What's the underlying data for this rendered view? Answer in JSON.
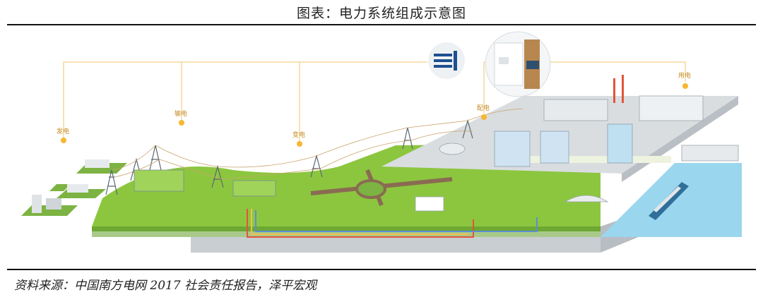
{
  "title": "图表：电力系统组成示意图",
  "source": "资料来源：中国南方电网 2017 社会责任报告，泽平宏观",
  "labels": {
    "generation": "发电",
    "transmission": "输电",
    "substation": "变电",
    "distribution": "配电",
    "consumption": "用电"
  },
  "colors": {
    "grass": "#8cc63f",
    "grass_dark": "#5aa02c",
    "ground": "#d9dde0",
    "water": "#9ad6ee",
    "connector": "#f2c46b",
    "node": "#f7b731",
    "logo_blue": "#1d4f91"
  }
}
